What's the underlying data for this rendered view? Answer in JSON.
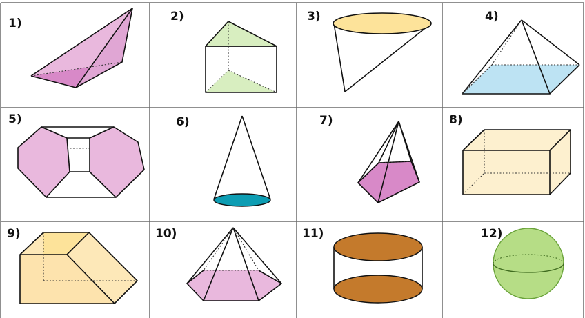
{
  "labels": [
    "1)",
    "2)",
    "3)",
    "4)",
    "5)",
    "6)",
    "7)",
    "8)",
    "9)",
    "10)",
    "11)",
    "12)"
  ],
  "colors": {
    "pink": "#e9b8dd",
    "pink_dark": "#d889c8",
    "green": "#d8eec0",
    "yellow": "#fde39a",
    "blue": "#bde3f3",
    "teal": "#0d9db3",
    "cream": "#fdf0cf",
    "orange": "#c47a2c",
    "sphere": "#b6dd86",
    "grid": "#6b6b6b"
  },
  "shapes": [
    {
      "id": 1,
      "icon": "triangular-pyramid-icon"
    },
    {
      "id": 2,
      "icon": "triangular-prism-icon"
    },
    {
      "id": 3,
      "icon": "cone-inverted-icon"
    },
    {
      "id": 4,
      "icon": "square-pyramid-icon"
    },
    {
      "id": 5,
      "icon": "hexagonal-prism-icon"
    },
    {
      "id": 6,
      "icon": "cone-icon"
    },
    {
      "id": 7,
      "icon": "pentagonal-pyramid-icon"
    },
    {
      "id": 8,
      "icon": "rectangular-prism-icon"
    },
    {
      "id": 9,
      "icon": "trapezoidal-prism-icon"
    },
    {
      "id": 10,
      "icon": "hexagonal-pyramid-icon"
    },
    {
      "id": 11,
      "icon": "cylinder-icon"
    },
    {
      "id": 12,
      "icon": "sphere-icon"
    }
  ]
}
